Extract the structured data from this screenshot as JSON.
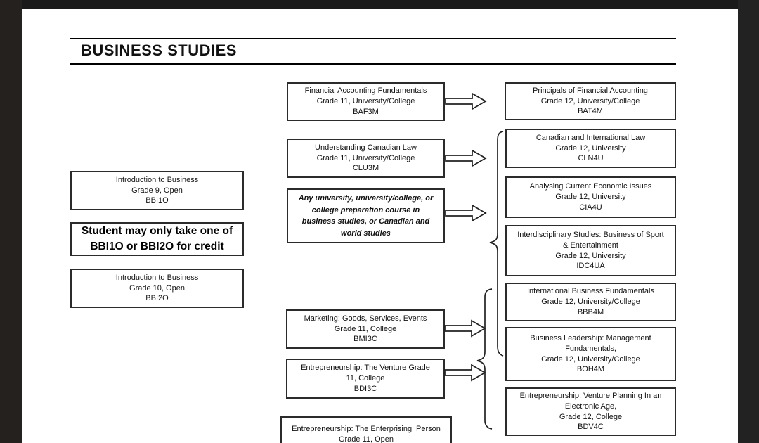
{
  "page": {
    "title": "BUSINESS STUDIES"
  },
  "boxes": {
    "bbi1o": {
      "text": "Introduction to Business\nGrade 9, Open\nBBI1O"
    },
    "note": {
      "text": "Student may only take one of\nBBI1O or BBI2O for credit"
    },
    "bbi2o": {
      "text": "Introduction to Business\nGrade 10, Open\nBBI2O"
    },
    "baf3m": {
      "text": "Financial Accounting Fundamentals\nGrade 11, University/College\nBAF3M"
    },
    "clu3m": {
      "text": "Understanding Canadian Law\nGrade 11, University/College\nCLU3M"
    },
    "any_prep": {
      "text": "Any university, university/college, or\ncollege preparation course in\nbusiness studies, or Canadian and\nworld studies"
    },
    "bmi3c": {
      "text": "Marketing: Goods, Services, Events\nGrade 11, College\nBMI3C"
    },
    "bdi3c": {
      "text": "Entrepreneurship: The Venture Grade\n11, College\nBDI3C"
    },
    "enterprising": {
      "text": "Entrepreneurship: The Enterprising |Person\nGrade 11, Open"
    },
    "bat4m": {
      "text": "Principals of Financial Accounting\nGrade 12, University/College\nBAT4M"
    },
    "cln4u": {
      "text": "Canadian and International Law\nGrade 12, University\nCLN4U"
    },
    "cia4u": {
      "text": "Analysing Current Economic Issues\nGrade 12, University\nCIA4U"
    },
    "idc4ua": {
      "text": "Interdisciplinary Studies: Business of Sport\n& Entertainment\nGrade 12, University\nIDC4UA"
    },
    "bbb4m": {
      "text": "International Business Fundamentals\nGrade 12, University/College\nBBB4M"
    },
    "boh4m": {
      "text": "Business Leadership: Management\nFundamentals,\nGrade 12, University/College\nBOH4M"
    },
    "bdv4c": {
      "text": "Entrepreneurship: Venture Planning In an\nElectronic Age,\nGrade 12, College\nBDV4C"
    }
  },
  "colors": {
    "frame_left": "#25211e",
    "frame_top": "#1a1a1a",
    "frame_right": "#222222",
    "page_bg": "#ffffff",
    "box_border": "#2b2b2b",
    "text": "#111111"
  }
}
